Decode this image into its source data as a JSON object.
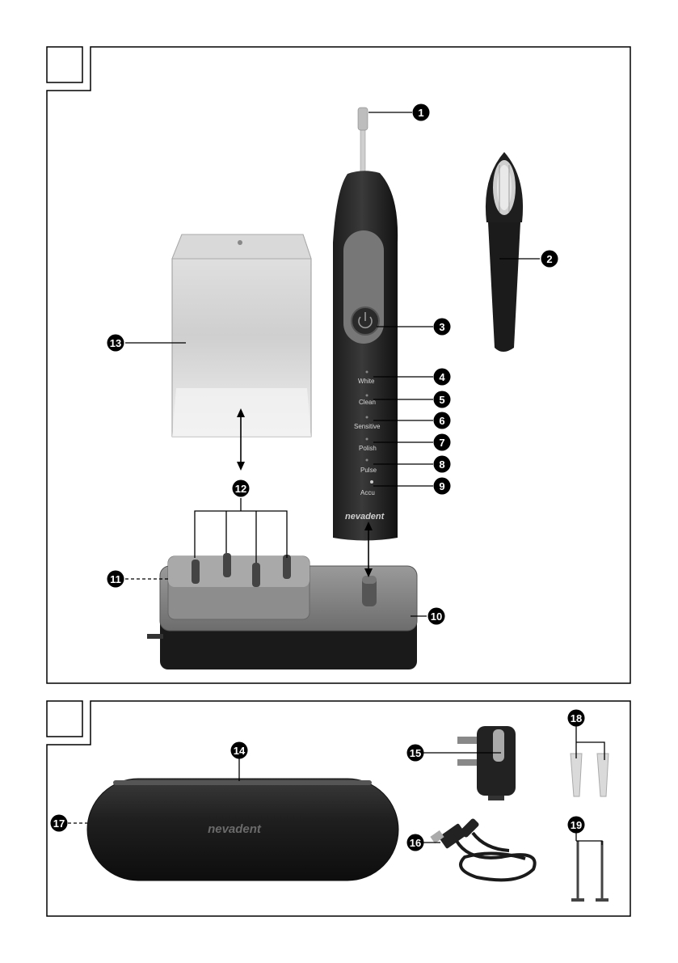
{
  "figure_a": {
    "callouts": [
      "1",
      "2",
      "3",
      "4",
      "5",
      "6",
      "7",
      "8",
      "9",
      "10",
      "11",
      "12",
      "13"
    ],
    "button_labels": [
      "White",
      "Clean",
      "Sensitive",
      "Polish",
      "Pulse",
      "Accu"
    ],
    "brand": "nevadent"
  },
  "figure_b": {
    "callouts": [
      "14",
      "15",
      "16",
      "17",
      "18",
      "19"
    ],
    "brand": "nevadent"
  }
}
